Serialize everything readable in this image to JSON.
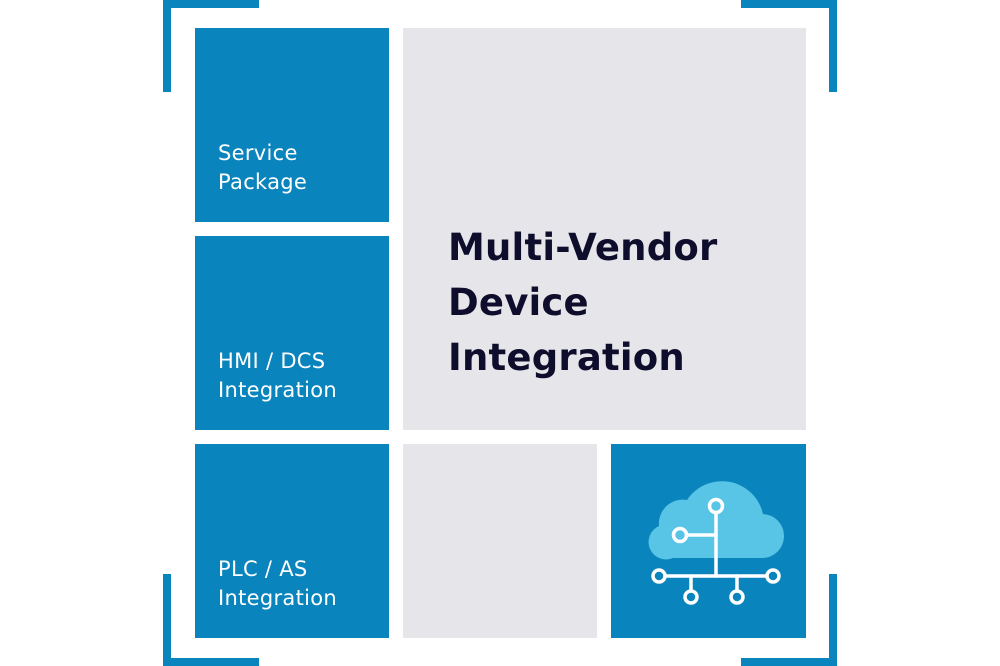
{
  "tiles": {
    "service": {
      "line1": "Service",
      "line2": "Package"
    },
    "hmi": {
      "line1": "HMI / DCS",
      "line2": "Integration"
    },
    "plc": {
      "line1": "PLC / AS",
      "line2": "Integration"
    }
  },
  "main": {
    "line1": "Multi-Vendor",
    "line2": "Device",
    "line3": "Integration"
  },
  "icons": {
    "cloud": "cloud-network-icon"
  },
  "colors": {
    "blue": "#0a84bc",
    "gray": "#e6e6ea",
    "cloud_fill": "#58c5e6",
    "text_dark": "#0e0e2c",
    "white": "#ffffff"
  }
}
